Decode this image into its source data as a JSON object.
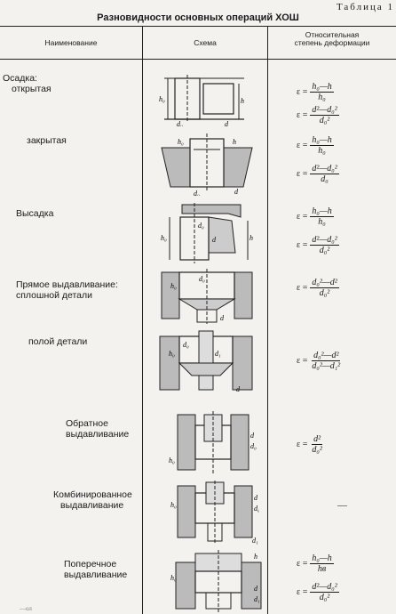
{
  "page_label": "Таблица 1",
  "title": "Разновидности основных операций ХОШ",
  "headers": {
    "name": "Наименование",
    "schema": "Схема",
    "deformation_line1": "Относительная",
    "deformation_line2": "степень деформации"
  },
  "rows": [
    {
      "name": "Осадка:",
      "sub": "открытая",
      "f1": {
        "num": "h₀—h",
        "den": "h₀"
      },
      "f2": {
        "num": "d²—d₀²",
        "den": "d₀²"
      },
      "labels": [
        "h₀",
        "h",
        "d₀",
        "d"
      ]
    },
    {
      "name": "",
      "sub": "закрытая",
      "f1": {
        "num": "h₀—h",
        "den": "h₀"
      },
      "f2": {
        "num": "d²—d₀²",
        "den": "d₀"
      },
      "labels": [
        "h₀",
        "h",
        "d₀",
        "d"
      ]
    },
    {
      "name": "Высадка",
      "sub": "",
      "f1": {
        "num": "h₀—h",
        "den": "h₀"
      },
      "f2": {
        "num": "d²—d₀²",
        "den": "d₀²"
      },
      "labels": [
        "h₀",
        "h",
        "d₀",
        "d"
      ]
    },
    {
      "name": "Прямое выдавливание:",
      "sub": "сплошной детали",
      "f1": {
        "num": "d₀²—d²",
        "den": "d₀²"
      },
      "labels": [
        "h₀",
        "d₀",
        "d"
      ]
    },
    {
      "name": "",
      "sub": "полой детали",
      "f1": {
        "num": "d₀²—d²",
        "den": "d₀²—d₁²"
      },
      "labels": [
        "h₀",
        "d₀",
        "d₁",
        "d"
      ]
    },
    {
      "name": "Обратное",
      "sub": "выдавливание",
      "f1": {
        "num": "d²",
        "den": "d₀²"
      },
      "labels": [
        "h₀",
        "d",
        "d₀"
      ]
    },
    {
      "name": "Комбинированное",
      "sub": "выдавливание",
      "dash": "—",
      "labels": [
        "h₀",
        "d",
        "d₀",
        "d₁"
      ]
    },
    {
      "name": "Поперечное",
      "sub": "выдавливание",
      "f1": {
        "num": "h₀—h",
        "den": "hв"
      },
      "f2": {
        "num": "d²—d₀²",
        "den": "d₀²"
      },
      "labels": [
        "h₀",
        "h",
        "d",
        "d₁"
      ]
    }
  ],
  "eps": "ε =",
  "corner": "—ол"
}
